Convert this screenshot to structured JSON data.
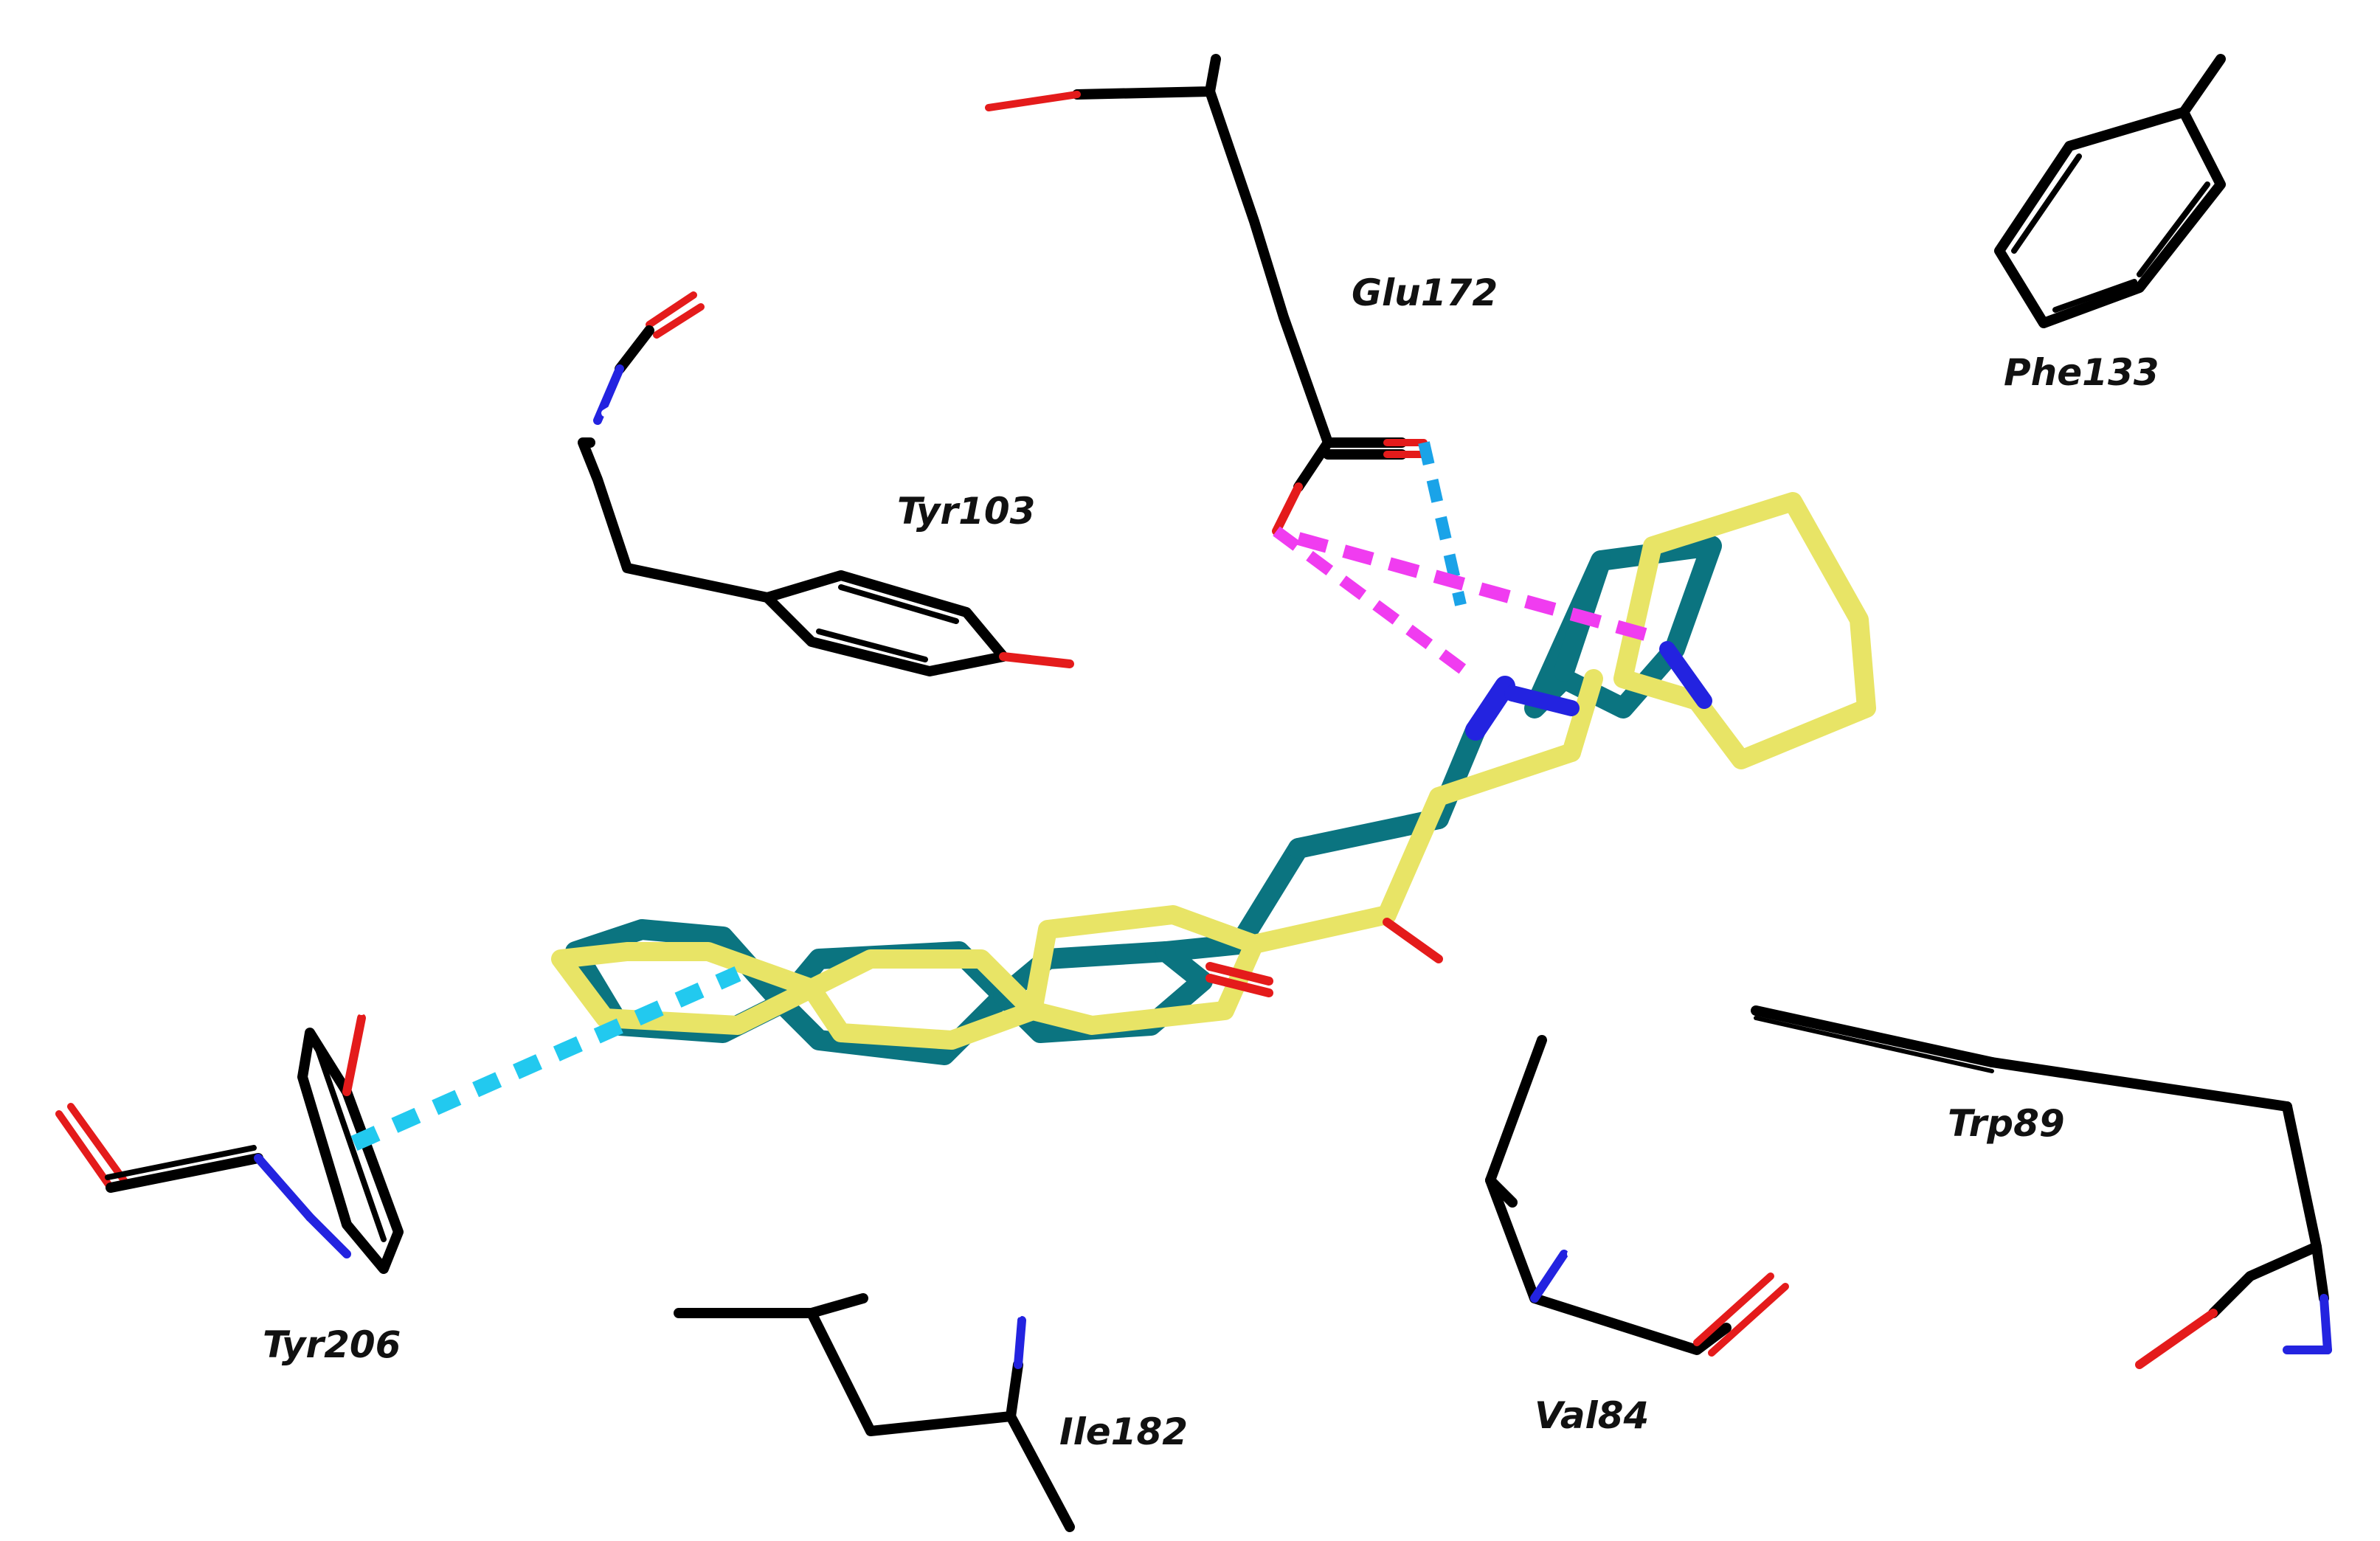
{
  "colors": {
    "background": "#ffffff",
    "protein_carbon": "#000000",
    "ligand_a_carbon": "#0b7480",
    "ligand_b_carbon": "#e8e466",
    "nitrogen": "#2323e0",
    "oxygen": "#e41b1b",
    "hydrogen": "#ffffff",
    "hbond_blue": "#1aa3e8",
    "hbond_cyan": "#22c9ef",
    "salt_bridge_magenta": "#f03cf0"
  },
  "residues": [
    {
      "key": "glu172",
      "label": "Glu172"
    },
    {
      "key": "phe133",
      "label": "Phe133"
    },
    {
      "key": "tyr103",
      "label": "Tyr103"
    },
    {
      "key": "trp89",
      "label": "Trp89"
    },
    {
      "key": "tyr206",
      "label": "Tyr206"
    },
    {
      "key": "ile182",
      "label": "Ile182"
    },
    {
      "key": "val84",
      "label": "Val84"
    }
  ],
  "ligands": [
    {
      "key": "ligand-teal",
      "color_ref": "ligand_a_carbon"
    },
    {
      "key": "ligand-yellow",
      "color_ref": "ligand_b_carbon"
    }
  ],
  "interactions": [
    {
      "key": "hbond-glu172-teal",
      "color_ref": "hbond_blue"
    },
    {
      "key": "saltbridge-glu172-teal",
      "color_ref": "salt_bridge_magenta"
    },
    {
      "key": "saltbridge-glu172-yellow",
      "color_ref": "salt_bridge_magenta"
    },
    {
      "key": "pi-stack-tyr206",
      "color_ref": "hbond_cyan"
    }
  ]
}
